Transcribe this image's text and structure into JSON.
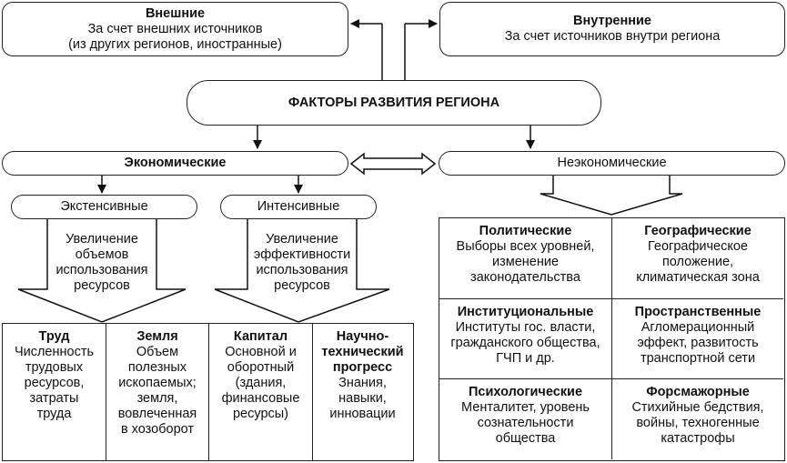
{
  "external": {
    "title": "Внешние",
    "line1": "За счет внешних источников",
    "line2": "(из других регионов, иностранные)"
  },
  "internal": {
    "title": "Внутренние",
    "line1": "За счет источников внутри региона"
  },
  "main": {
    "title": "ФАКТОРЫ РАЗВИТИЯ РЕГИОНА"
  },
  "economic": {
    "label": "Экономические"
  },
  "noneconomic": {
    "label": "Неэкономические"
  },
  "extensive": {
    "label": "Экстенсивные",
    "arrow_lines": [
      "Увеличение",
      "объемов",
      "использования",
      "ресурсов"
    ]
  },
  "intensive": {
    "label": "Интенсивные",
    "arrow_lines": [
      "Увеличение",
      "эффективности",
      "использования",
      "ресурсов"
    ]
  },
  "resources": [
    {
      "title": "Труд",
      "lines": [
        "Численность",
        "трудовых",
        "ресурсов,",
        "затраты",
        "труда"
      ]
    },
    {
      "title": "Земля",
      "lines": [
        "Объем",
        "полезных",
        "ископаемых;",
        "земля,",
        "вовлеченная",
        "в хозоборот"
      ]
    },
    {
      "title": "Капитал",
      "lines": [
        "Основной и",
        "оборотный",
        "(здания,",
        "финансовые",
        "ресурсы)"
      ]
    },
    {
      "title": "Научно-технический прогресс",
      "title_lines": [
        "Научно-",
        "технический",
        "прогресс"
      ],
      "lines": [
        "Знания,",
        "навыки,",
        "инновации"
      ]
    }
  ],
  "noneconomic_factors": [
    {
      "title": "Политические",
      "lines": [
        "Выборы всех уровней,",
        "изменение",
        "законодательства"
      ]
    },
    {
      "title": "Географические",
      "lines": [
        "Географическое",
        "положение,",
        "климатическая зона"
      ]
    },
    {
      "title": "Институциональные",
      "lines": [
        "Институты гос. власти,",
        "гражданского общества,",
        "ГЧП и др."
      ]
    },
    {
      "title": "Пространственные",
      "lines": [
        "Агломерационный",
        "эффект, развитость",
        "транспортной сети"
      ]
    },
    {
      "title": "Психологические",
      "lines": [
        "Менталитет, уровень",
        "сознательности",
        "общества"
      ]
    },
    {
      "title": "Форсмажорные",
      "lines": [
        "Стихийные бедствия,",
        "войны, техногенные",
        "катастрофы"
      ]
    }
  ]
}
